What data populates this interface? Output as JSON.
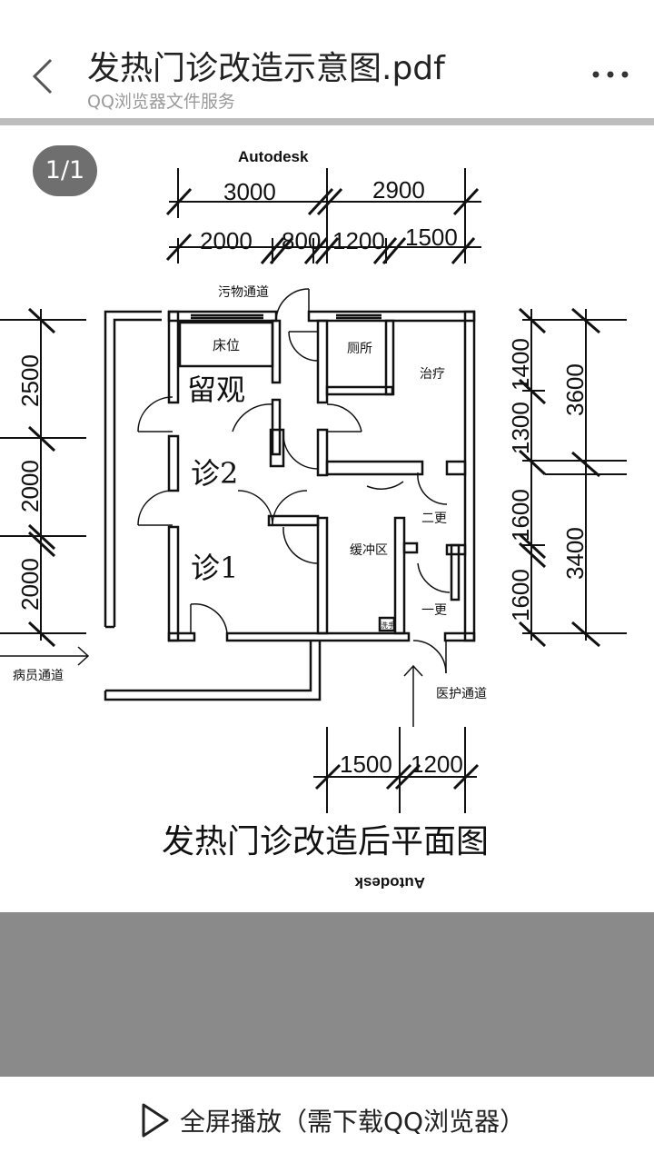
{
  "header": {
    "title": "发热门诊改造示意图.pdf",
    "subtitle": "QQ浏览器文件服务"
  },
  "page_indicator": "1/1",
  "drawing": {
    "watermark_top": "Autodesk",
    "watermark_bottom": "Autodesk",
    "caption": "发热门诊改造后平面图",
    "rooms": {
      "bed": "床位",
      "observation": "留观",
      "clinic2": "诊2",
      "clinic1": "诊1",
      "toilet": "厕所",
      "treatment": "治疗",
      "buffer": "缓冲区",
      "change2": "二更",
      "change1": "一更",
      "wash": "洗手"
    },
    "passages": {
      "dirty": "污物通道",
      "patient": "病员通道",
      "medical": "医护通道"
    },
    "dims_top_row1": [
      "3000",
      "2900"
    ],
    "dims_top_row2": [
      "2000",
      "800",
      "1200",
      "1500"
    ],
    "dims_left": [
      "2500",
      "2000",
      "2000"
    ],
    "dims_right_inner": [
      "1400",
      "1300",
      "1600",
      "1600"
    ],
    "dims_right_outer": [
      "3600",
      "3400"
    ],
    "dims_bottom": [
      "1500",
      "1200"
    ]
  },
  "footer": {
    "fullscreen_label": "全屏播放（需下载QQ浏览器）"
  }
}
